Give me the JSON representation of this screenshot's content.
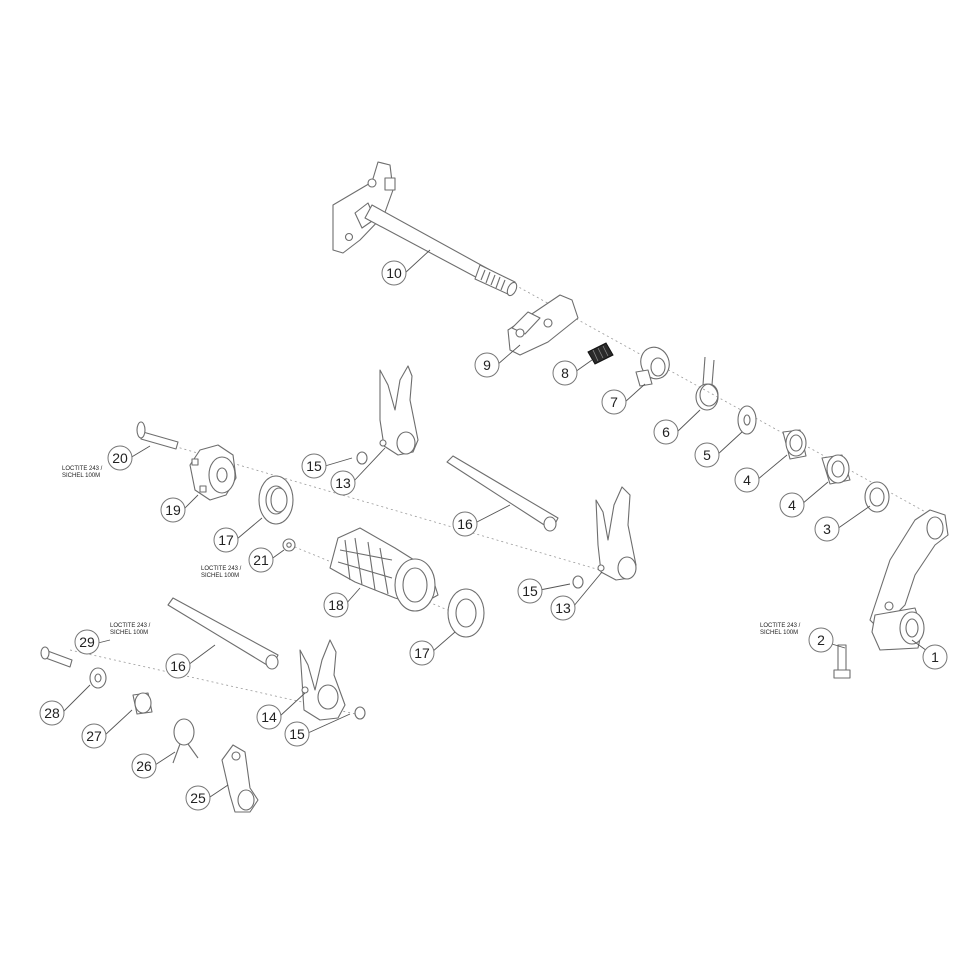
{
  "callouts": [
    {
      "id": "c10",
      "label": "10"
    },
    {
      "id": "c9",
      "label": "9"
    },
    {
      "id": "c8",
      "label": "8"
    },
    {
      "id": "c7",
      "label": "7"
    },
    {
      "id": "c6",
      "label": "6"
    },
    {
      "id": "c5",
      "label": "5"
    },
    {
      "id": "c4a",
      "label": "4"
    },
    {
      "id": "c4b",
      "label": "4"
    },
    {
      "id": "c3",
      "label": "3"
    },
    {
      "id": "c1",
      "label": "1"
    },
    {
      "id": "c2",
      "label": "2"
    },
    {
      "id": "c20",
      "label": "20"
    },
    {
      "id": "c19",
      "label": "19"
    },
    {
      "id": "c15a",
      "label": "15"
    },
    {
      "id": "c13a",
      "label": "13"
    },
    {
      "id": "c17a",
      "label": "17"
    },
    {
      "id": "c21",
      "label": "21"
    },
    {
      "id": "c16a",
      "label": "16"
    },
    {
      "id": "c18",
      "label": "18"
    },
    {
      "id": "c15b",
      "label": "15"
    },
    {
      "id": "c13b",
      "label": "13"
    },
    {
      "id": "c17b",
      "label": "17"
    },
    {
      "id": "c29",
      "label": "29"
    },
    {
      "id": "c16b",
      "label": "16"
    },
    {
      "id": "c28",
      "label": "28"
    },
    {
      "id": "c27",
      "label": "27"
    },
    {
      "id": "c14",
      "label": "14"
    },
    {
      "id": "c15c",
      "label": "15"
    },
    {
      "id": "c26",
      "label": "26"
    },
    {
      "id": "c25",
      "label": "25"
    }
  ],
  "notes": {
    "n20": {
      "line1": "LOCTITE 243 /",
      "line2": "SICHEL 100M"
    },
    "n21": {
      "line1": "LOCTITE 243 /",
      "line2": "SICHEL 100M"
    },
    "n2": {
      "line1": "LOCTITE 243 /",
      "line2": "SICHEL 100M"
    },
    "n29": {
      "line1": "LOCTITE 243 /",
      "line2": "SICHEL 100M"
    }
  }
}
